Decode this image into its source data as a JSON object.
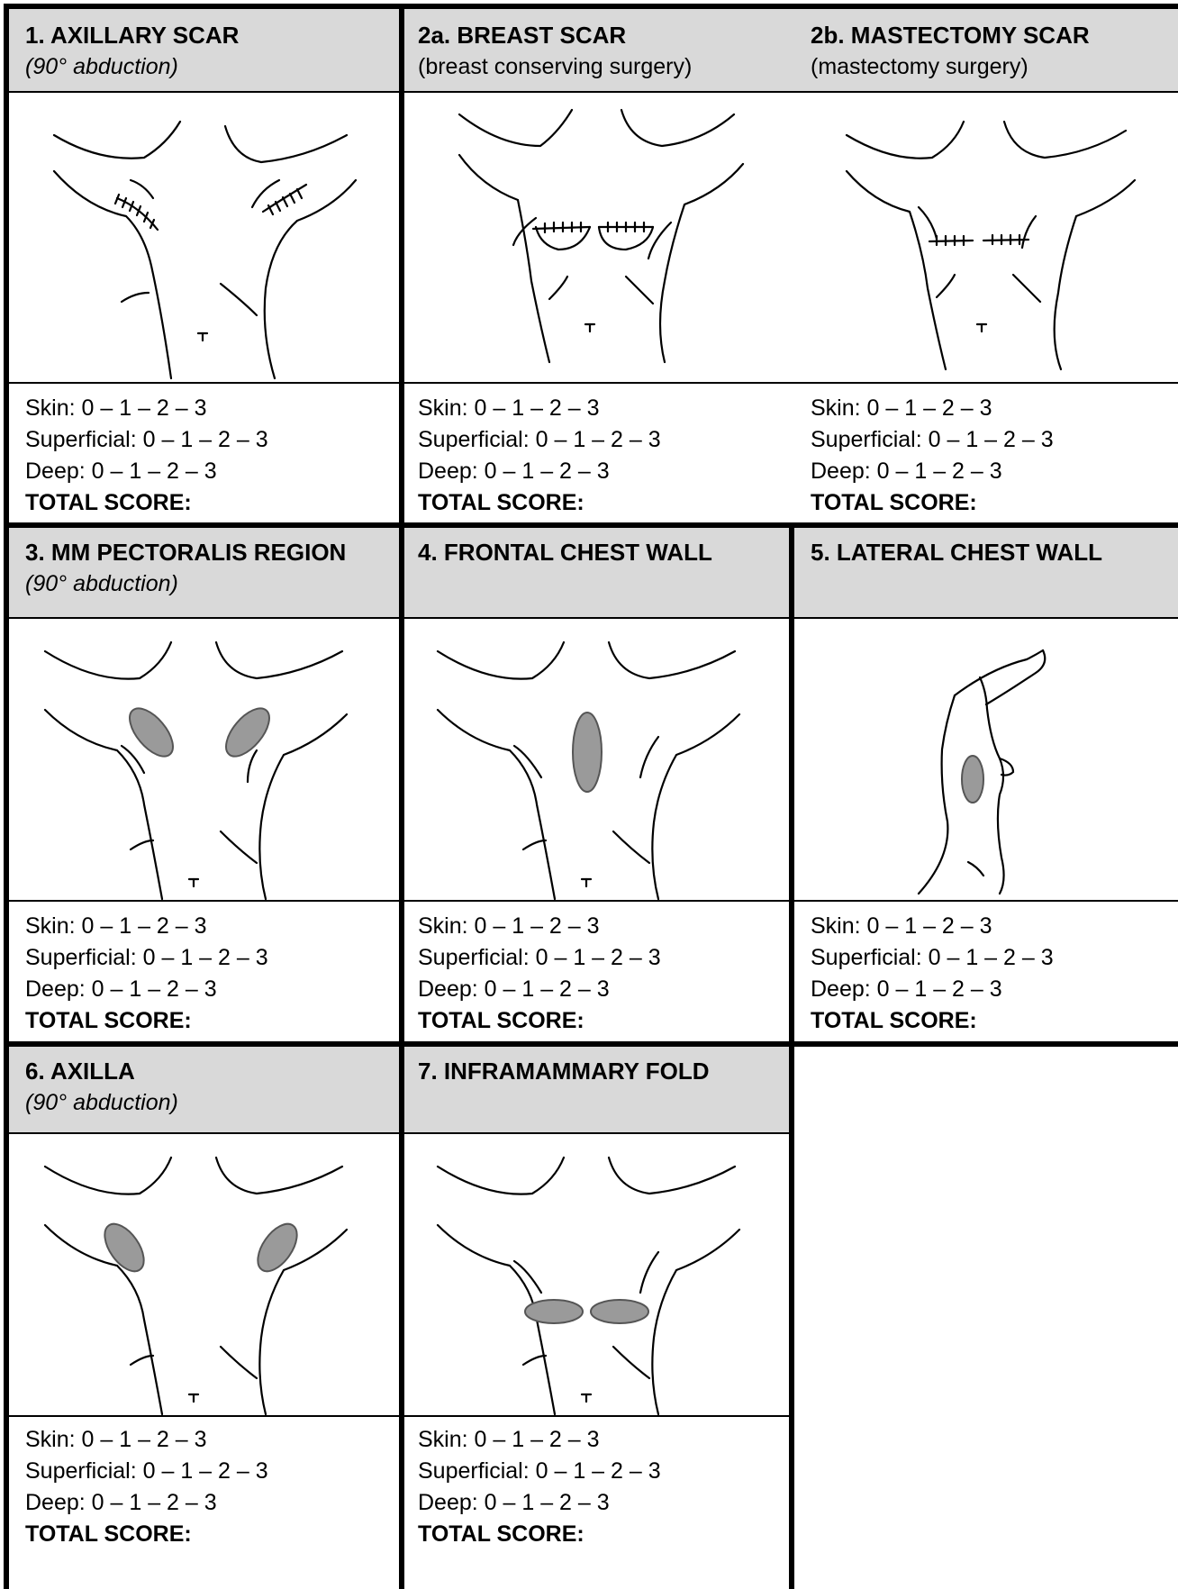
{
  "sections": [
    {
      "id": "1",
      "title": "1. AXILLARY SCAR",
      "subtitle": "(90° abduction)",
      "subtitle_italic": true
    },
    {
      "id": "2a",
      "title": "2a. BREAST SCAR",
      "subtitle": "(breast conserving surgery)",
      "subtitle_italic": false
    },
    {
      "id": "2b",
      "title": "2b. MASTECTOMY SCAR",
      "subtitle": "(mastectomy surgery)",
      "subtitle_italic": false
    },
    {
      "id": "3",
      "title": "3. MM PECTORALIS REGION",
      "subtitle": "(90° abduction)",
      "subtitle_italic": true
    },
    {
      "id": "4",
      "title": "4. FRONTAL CHEST WALL",
      "subtitle": "",
      "subtitle_italic": false
    },
    {
      "id": "5",
      "title": "5. LATERAL CHEST WALL",
      "subtitle": "",
      "subtitle_italic": false
    },
    {
      "id": "6",
      "title": "6. AXILLA",
      "subtitle": "(90° abduction)",
      "subtitle_italic": true
    },
    {
      "id": "7",
      "title": "7. INFRAMAMMARY FOLD",
      "subtitle": "",
      "subtitle_italic": false
    }
  ],
  "score": {
    "skin": "Skin: 0 – 1 – 2 – 3",
    "superficial": "Superficial: 0 – 1 – 2 – 3",
    "deep": "Deep: 0 – 1 – 2 – 3",
    "total": "TOTAL SCORE:"
  },
  "colors": {
    "header_bg": "#d9d9d9",
    "mark_fill": "#9a9a9a"
  }
}
